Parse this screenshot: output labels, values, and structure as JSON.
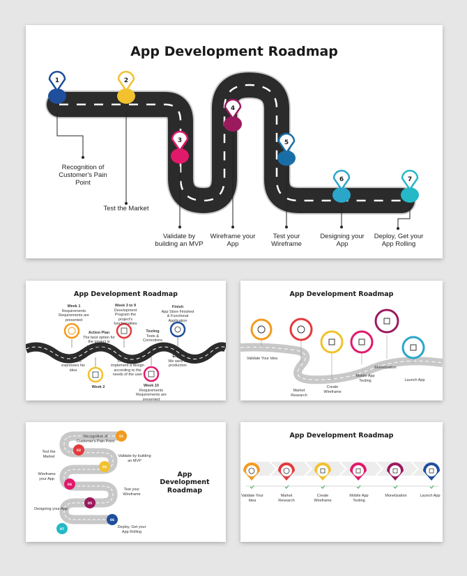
{
  "slide1": {
    "title": "App Development Roadmap",
    "milestones": [
      {
        "num": "1",
        "label": "Recognition of Customer's Pain Point",
        "color": "#1f4e9c"
      },
      {
        "num": "2",
        "label": "Test the Market",
        "color": "#f2c12e"
      },
      {
        "num": "3",
        "label": "Validate by building an MVP",
        "color": "#e0196b"
      },
      {
        "num": "4",
        "label": "Wireframe your App",
        "color": "#9b1a5e"
      },
      {
        "num": "5",
        "label": "Test your Wireframe",
        "color": "#1a6ea8"
      },
      {
        "num": "6",
        "label": "Designing your App",
        "color": "#2aa6c9"
      },
      {
        "num": "7",
        "label": "Deploy, Get your App Rolling",
        "color": "#25b8c6"
      }
    ]
  },
  "slide2": {
    "title": "App Development Roadmap",
    "items": [
      {
        "title": "Week 1",
        "desc": "Requirements Requirements are presented"
      },
      {
        "title": "Action Plan",
        "desc": "The best option for the project is recommended"
      },
      {
        "title": "Idea",
        "desc": "The client expresses his idea"
      },
      {
        "title": "Week 2",
        "desc": ""
      },
      {
        "title": "Week 3 to 9",
        "desc": "Development Program the project's functionalities"
      },
      {
        "title": "Design",
        "desc": "To capture & implement a design according to the needs of the user"
      },
      {
        "title": "Testing",
        "desc": "Tests & Corrections"
      },
      {
        "title": "Week 10",
        "desc": "Requirements Requirements are presented"
      },
      {
        "title": "Finish",
        "desc": "App Store Finished & Functional Application"
      },
      {
        "title": "Enjoy",
        "desc": "We went to production"
      }
    ]
  },
  "slide3": {
    "title": "App Development Roadmap",
    "steps": [
      "Validate Your Idea",
      "Market Research",
      "Create Wireframe",
      "Mobile App Testing",
      "Monetization",
      "Launch App"
    ]
  },
  "slide4": {
    "title": "App Development Roadmap",
    "steps": [
      {
        "num": "01",
        "label": "Recognition of Customer's Pain Point",
        "color": "#f39a1e"
      },
      {
        "num": "02",
        "label": "Test the Market",
        "color": "#e3393d"
      },
      {
        "num": "03",
        "label": "Validate by building an MVP",
        "color": "#f2c12e"
      },
      {
        "num": "04",
        "label": "Wireframe your App",
        "color": "#e0196b"
      },
      {
        "num": "05",
        "label": "Test your Wireframe",
        "color": "#9b1a5e"
      },
      {
        "num": "06",
        "label": "Designing your App",
        "color": "#1f4e9c"
      },
      {
        "num": "07",
        "label": "Deploy, Get your App Rolling",
        "color": "#25b8c6"
      }
    ]
  },
  "slide5": {
    "title": "App Development Roadmap",
    "steps": [
      "Validate Your Idea",
      "Market Research",
      "Create Wireframe",
      "Mobile App Testing",
      "Monetization",
      "Launch App"
    ]
  },
  "colors": {
    "road": "#2b2b2b",
    "orange": "#f39a1e",
    "red": "#e3393d",
    "yellow": "#f2c12e",
    "pink": "#e0196b",
    "purple": "#9b1a5e",
    "blue": "#1f4e9c",
    "cyan": "#25b8c6"
  }
}
